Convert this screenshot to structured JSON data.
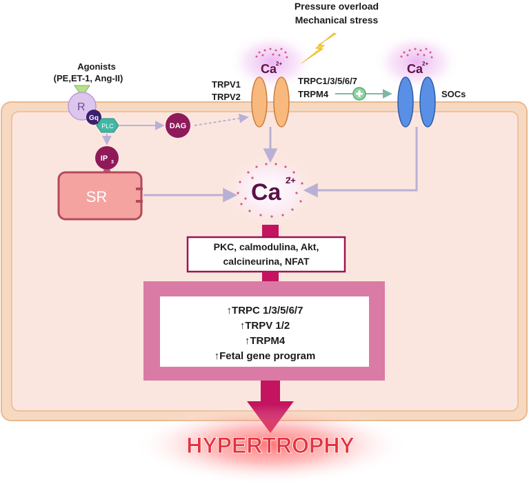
{
  "stimulus": {
    "line1": "Pressure overload",
    "line2": "Mechanical stress"
  },
  "agonists": {
    "title": "Agonists",
    "list": "(PE,ET-1, Ang-II)"
  },
  "receptor": {
    "r": "R",
    "gq": "Gq",
    "plc": "PLC"
  },
  "dag": "DAG",
  "ip3": {
    "base": "IP",
    "sub": "3"
  },
  "sr": "SR",
  "channels": {
    "trpv_1": "TRPV1",
    "trpv_2": "TRPV2",
    "trpc": "TRPC1/3/5/6/7",
    "trpm": "TRPM4",
    "socs": "SOCs"
  },
  "calcium": {
    "symbol": "Ca",
    "charge": "2+"
  },
  "effectors": {
    "line1": "PKC, calmodulina, Akt,",
    "line2": "calcineurina, NFAT"
  },
  "upregulated": [
    "↑TRPC 1/3/5/6/7",
    "↑TRPV 1/2",
    "↑TRPM4",
    "↑Fetal gene program"
  ],
  "outcome": "HYPERTROPHY",
  "colors": {
    "cell_fill": "#fbe6df",
    "cell_border": "#e9b88e",
    "membrane": "#f7d9c2",
    "trpv_channel": "#f8b97e",
    "soc_channel": "#5a8fe6",
    "sr_fill": "#f5a3a0",
    "sr_border": "#b34a5a",
    "calcium_text": "#5c1148",
    "calcium_dots": "#d45a8a",
    "arrow": "#b9b0d6",
    "pathway_magenta": "#c4145f",
    "box_pink": "#d97ba5",
    "hypertrophy": "#e2333f",
    "dag": "#8e1a5a",
    "plc": "#3fb8a6",
    "gq": "#3b1f6e",
    "receptor": "#dcc6ee",
    "bolt": "#f7d24a",
    "plus": "#4eb06d"
  }
}
